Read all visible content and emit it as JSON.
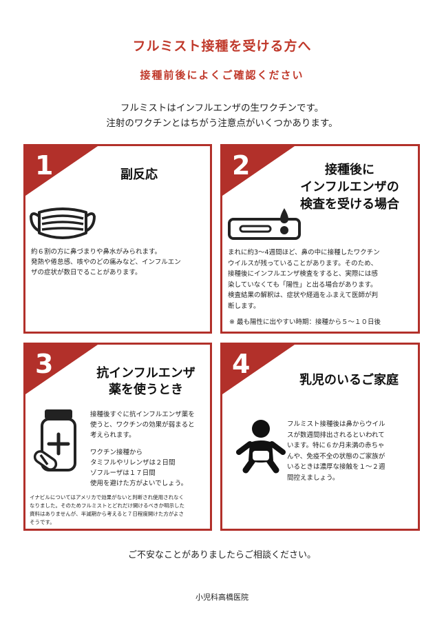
{
  "title": "フルミスト接種を受ける方へ",
  "subtitle": "接種前後によくご確認ください",
  "intro": [
    "フルミストはインフルエンザの生ワクチンです。",
    "注射のワクチンとはちがう注意点がいくつかあります。"
  ],
  "cards": [
    {
      "number": "1",
      "heading": [
        "副反応"
      ],
      "icon": "mask-icon",
      "lines": [
        "約６割の方に鼻づまりや鼻水がみられます。",
        "発熱や倦怠感、咳やのどの痛みなど、インフルエン",
        "ザの症状が数日でることがあります。"
      ]
    },
    {
      "number": "2",
      "heading": [
        "接種後に",
        "インフルエンザの",
        "検査を受ける場合"
      ],
      "icon": "test-kit-icon",
      "lines": [
        "まれに約3〜4週間ほど、鼻の中に接種したワクチン",
        "ウイルスが残っていることがあります。そのため、",
        "接種後にインフルエンザ検査をすると、実際には感",
        "染していなくても「陽性」と出る場合があります。",
        "検査結果の解釈は、症状や経過をふまえて医師が判",
        "断します。"
      ],
      "note": "※ 最も陽性に出やすい時期：接種から５〜１０日後"
    },
    {
      "number": "3",
      "heading": [
        "抗インフルエンザ",
        "薬を使うとき"
      ],
      "icon": "medicine-bottle-icon",
      "lines": [
        "接種後すぐに抗インフルエンザ薬を",
        "使うと、ワクチンの効果が弱まると",
        "考えられます。",
        "",
        "ワクチン接種から",
        "タミフルやリレンザは２日間",
        "ゾフルーザは１７日間",
        "使用を避けた方がよいでしょう。"
      ],
      "note_lines": [
        "イナビルについてはアメリカで効果がないと判断され使用されなく",
        "なりました。そのためフルミストとどれだけ開けるべきか明示した",
        "資料はありませんが、半減期から考えると７日程度開けた方がよさ",
        "そうです。"
      ]
    },
    {
      "number": "4",
      "heading": [
        "乳児のいるご家庭"
      ],
      "icon": "baby-icon",
      "lines": [
        "フルミスト接種後は鼻からウイル",
        "スが数週間排出されるといわれて",
        "います。特に６か月未満の赤ちゃ",
        "んや、免疫不全の状態のご家族が",
        "いるときは濃厚な接触を１〜２週",
        "間控えましょう。"
      ]
    }
  ],
  "footer": "ご不安なことがありましたらご相談ください。",
  "clinic": "小児科高橋医院",
  "colors": {
    "accent": "#b2302a",
    "title": "#c0392b"
  }
}
